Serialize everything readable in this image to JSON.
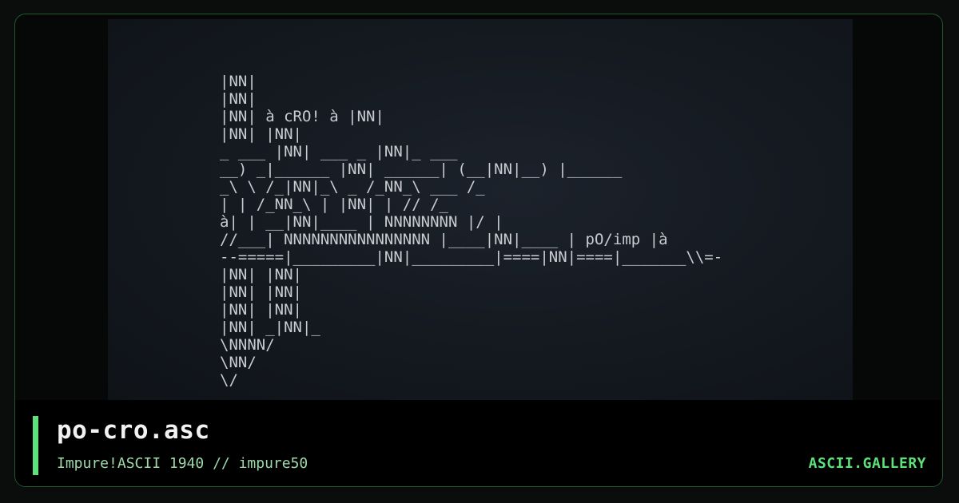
{
  "card": {
    "title": "po-cro.asc",
    "subtitle": "Impure!ASCII 1940 // impure50",
    "brand": "ASCII.GALLERY"
  },
  "colors": {
    "accent": "#5ee07a",
    "frame_border": "#1f5a2e",
    "art_text": "#c8ccd2"
  },
  "art": {
    "lines": [
      "",
      "",
      "                                       |NN|",
      "                                       |NN|",
      "                 |NN|  à cRO! à        |NN|",
      "                 |NN|                  |NN|",
      "   _ ___         |NN|           ___  _ |NN|_ ___",
      "   __) _|______  |NN|  ______|  (__|NN|__)  |______",
      "  _\\  \\      /_|NN|_\\      _   /_NN_\\  ___    /_",
      "  |   |      /_NN_\\        |     |NN|     | //   /_",
      " à|   |    __|NN|____      |  NNNNNNNN    |/      |",
      " //___|   NNNNNNNNNNNNNNNN |____|NN|____  | pO/imp |à",
      "--=====|_________|NN|_________|====|NN|====|_______\\\\=-",
      "                 |NN|              |NN|",
      "                 |NN|              |NN|",
      "                 |NN|              |NN|",
      "                 |NN|             _|NN|_",
      "                                  \\NNNN/",
      "                                   \\NN/",
      "                                    \\/"
    ]
  }
}
